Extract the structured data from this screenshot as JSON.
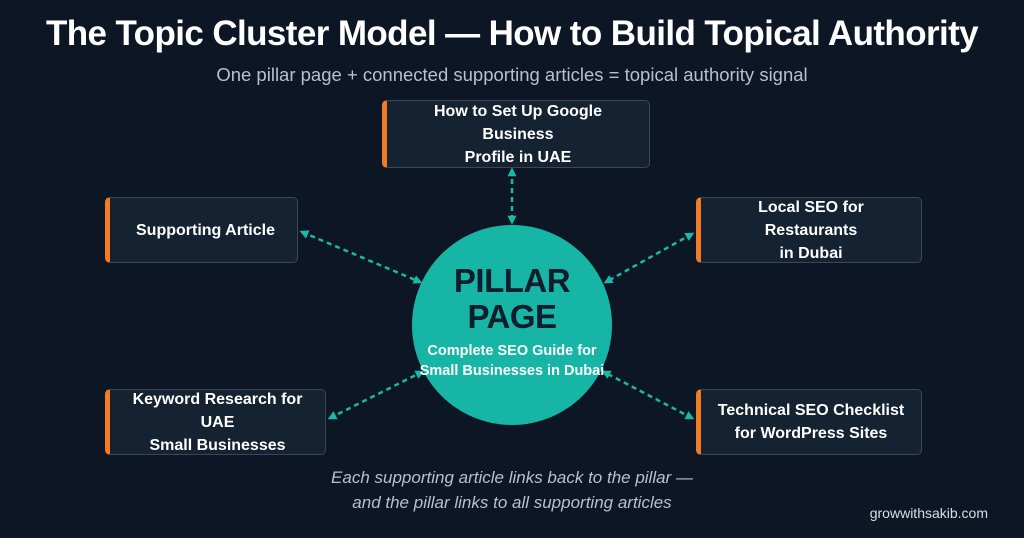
{
  "title": "The Topic Cluster Model — How to Build Topical Authority",
  "subtitle": "One pillar page + connected supporting articles = topical authority signal",
  "pillar": {
    "title": "PILLAR PAGE",
    "desc_line1": "Complete SEO Guide for",
    "desc_line2": "Small Businesses in Dubai"
  },
  "supporting_articles": {
    "top": {
      "line1": "How to Set Up Google Business",
      "line2": "Profile in UAE"
    },
    "left": {
      "line1": "Supporting Article"
    },
    "right": {
      "line1": "Local SEO for Restaurants",
      "line2": "in Dubai"
    },
    "bottom_left": {
      "line1": "Keyword Research for UAE",
      "line2": "Small Businesses"
    },
    "bottom_right": {
      "line1": "Technical SEO Checklist",
      "line2": "for WordPress Sites"
    }
  },
  "footnote": {
    "line1": "Each supporting article links back to the pillar —",
    "line2": "and the pillar links to all supporting articles"
  },
  "watermark": "growwithsakib.com",
  "colors": {
    "background": "#0d1624",
    "pillar": "#16b5a5",
    "card_accent": "#f07c27",
    "connector": "#19b8a8"
  }
}
